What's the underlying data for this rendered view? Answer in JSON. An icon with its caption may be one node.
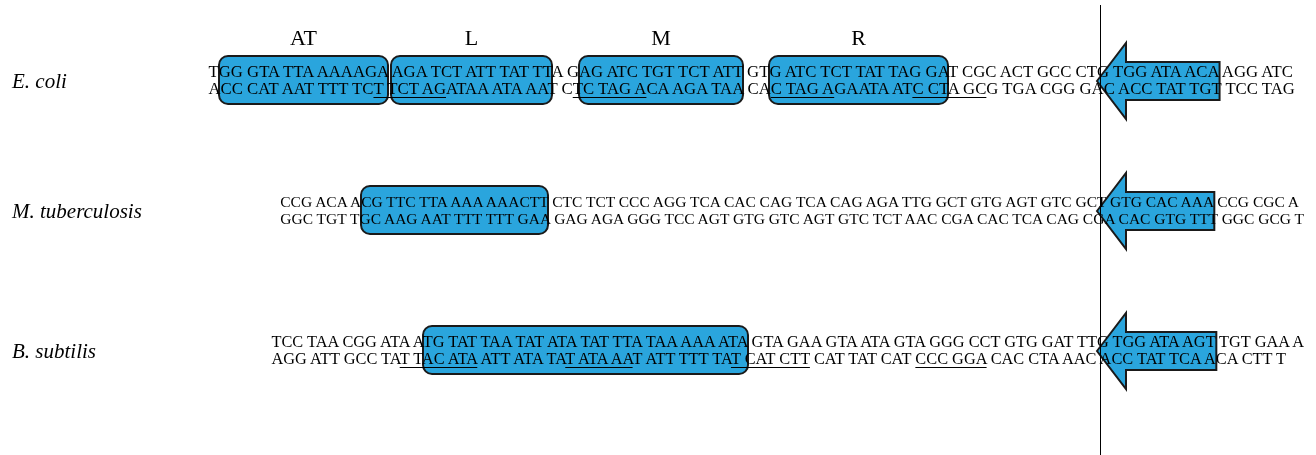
{
  "diagram": {
    "nodes": [
      {
        "text": [
          "AT"
        ]
      },
      {
        "text": [
          "L"
        ]
      },
      {
        "text": [
          "M"
        ]
      },
      {
        "text": [
          "R"
        ]
      },
      {
        "text": [],
        "shape": "arrow"
      },
      {
        "text": [],
        "shape": "box"
      },
      {
        "text": [],
        "shape": "arrow"
      },
      {
        "text": [],
        "shape": "box"
      },
      {
        "text": [],
        "shape": "arrow"
      }
    ],
    "edges": [],
    "labels": [
      "E. coli",
      "TGG GTA TTA AAAAGA AGA TCT ATT TAT TTA GAG ATC TGT TCT ATT GTG ATC TCT TAT TAG GAT CGC ACT GCC CTG TGG ATA ACA AGG ATC",
      "ACC CAT AAT TTT TCT TCT AGATAA ATA AAT CTC TAG ACA AGA TAA CAC TAG AGAATA ATC CTA GCG TGA CGG GAC ACC TAT TGT TCC TAG",
      "M. tuberculosis",
      "CCG ACA ACG TTC TTA AAA AAACTT CTC TCT CCC AGG TCA CAC CAG TCA CAG AGA TTG GCT GTG AGT GTC GCT GTG CAC AAA CCG CGC A",
      "GGC TGT TGC AAG AAT TTT TTT GAA GAG AGA GGG TCC AGT GTG GTC AGT GTC TCT AAC CGA CAC TCA CAG CGA CAC GTG TTT GGC GCG T",
      "B. subtilis",
      "TCC TAA CGG ATA ATG TAT TAA TAT ATA TAT TTA TAA AAA ATA GTA GAA GTA ATA GTA GGG CCT GTG GAT TTG TGG ATA AGT TGT GAA A",
      "AGG ATT GCC TAT TAC ATA ATT ATA TAT ATA AAT ATT TTT TAT CAT CTT CAT TAT CAT CCC GGA CAC CTA AAC ACC TAT TCA ACA CTT T"
    ]
  }
}
